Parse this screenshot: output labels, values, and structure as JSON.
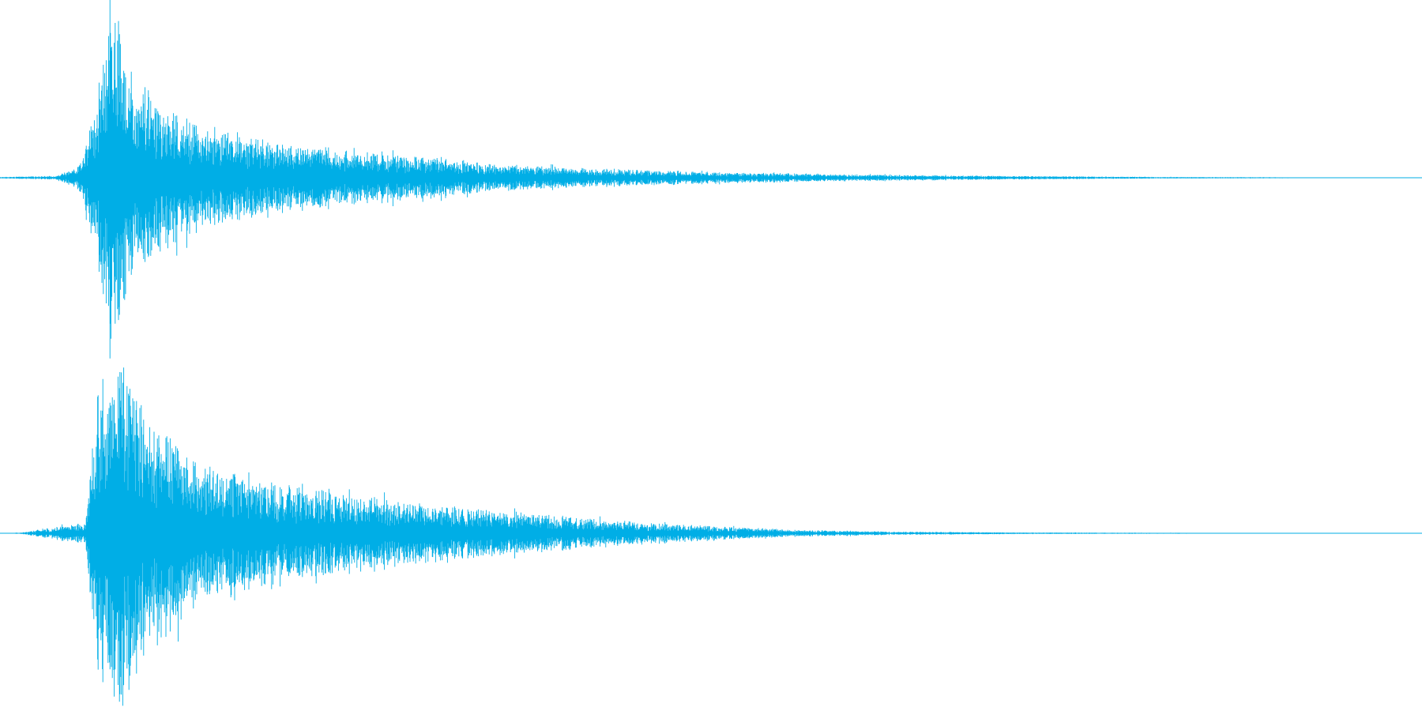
{
  "waveform": {
    "color": "#00aee6",
    "channels": [
      {
        "name": "",
        "envelope": [
          {
            "t": 0.0,
            "a": 0.004
          },
          {
            "t": 0.04,
            "a": 0.01
          },
          {
            "t": 0.055,
            "a": 0.06
          },
          {
            "t": 0.068,
            "a": 0.42
          },
          {
            "t": 0.078,
            "a": 1.0
          },
          {
            "t": 0.09,
            "a": 0.6
          },
          {
            "t": 0.112,
            "a": 0.43
          },
          {
            "t": 0.13,
            "a": 0.32
          },
          {
            "t": 0.16,
            "a": 0.25
          },
          {
            "t": 0.19,
            "a": 0.2
          },
          {
            "t": 0.25,
            "a": 0.14
          },
          {
            "t": 0.31,
            "a": 0.11
          },
          {
            "t": 0.34,
            "a": 0.08
          },
          {
            "t": 0.4,
            "a": 0.055
          },
          {
            "t": 0.46,
            "a": 0.04
          },
          {
            "t": 0.52,
            "a": 0.028
          },
          {
            "t": 0.6,
            "a": 0.018
          },
          {
            "t": 0.7,
            "a": 0.01
          },
          {
            "t": 0.83,
            "a": 0.004
          },
          {
            "t": 0.89,
            "a": 0.003
          },
          {
            "t": 1.0,
            "a": 0.0
          }
        ]
      },
      {
        "name": "",
        "envelope": [
          {
            "t": 0.0,
            "a": 0.0
          },
          {
            "t": 0.015,
            "a": 0.004
          },
          {
            "t": 0.035,
            "a": 0.03
          },
          {
            "t": 0.06,
            "a": 0.06
          },
          {
            "t": 0.068,
            "a": 0.75
          },
          {
            "t": 0.085,
            "a": 1.0
          },
          {
            "t": 0.1,
            "a": 0.7
          },
          {
            "t": 0.118,
            "a": 0.56
          },
          {
            "t": 0.14,
            "a": 0.36
          },
          {
            "t": 0.17,
            "a": 0.33
          },
          {
            "t": 0.2,
            "a": 0.27
          },
          {
            "t": 0.25,
            "a": 0.2
          },
          {
            "t": 0.3,
            "a": 0.16
          },
          {
            "t": 0.35,
            "a": 0.12
          },
          {
            "t": 0.4,
            "a": 0.09
          },
          {
            "t": 0.45,
            "a": 0.06
          },
          {
            "t": 0.5,
            "a": 0.04
          },
          {
            "t": 0.56,
            "a": 0.018
          },
          {
            "t": 0.64,
            "a": 0.008
          },
          {
            "t": 0.73,
            "a": 0.004
          },
          {
            "t": 1.0,
            "a": 0.0
          }
        ]
      }
    ]
  }
}
